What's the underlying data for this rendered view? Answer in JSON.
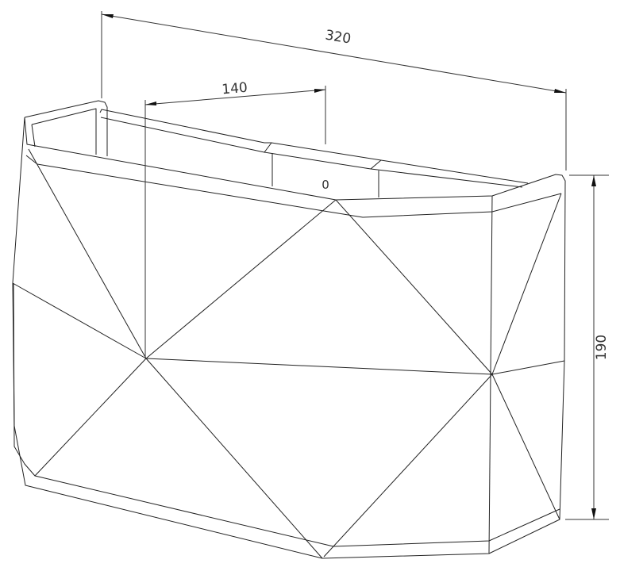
{
  "dimensions": {
    "width_label": "320",
    "depth_label": "140",
    "height_label": "190"
  },
  "marking": "0",
  "colors": {
    "line": "#222222",
    "background": "#ffffff"
  }
}
